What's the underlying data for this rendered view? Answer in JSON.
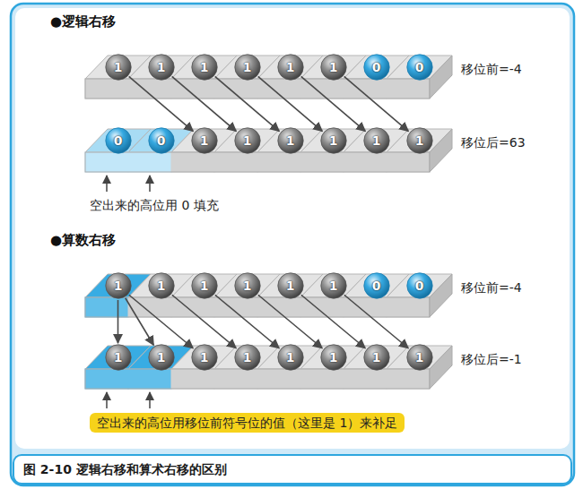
{
  "diagram": {
    "caption": "图 2-10 逻辑右移和算术右移的区别",
    "nodes": [
      {
        "text": [
          "1"
        ]
      },
      {
        "text": [
          "1"
        ]
      },
      {
        "text": [
          "1"
        ]
      },
      {
        "text": [
          "1"
        ]
      },
      {
        "text": [
          "1"
        ]
      },
      {
        "text": [
          "1"
        ]
      },
      {
        "text": [
          "0"
        ]
      },
      {
        "text": [
          "0"
        ]
      },
      {
        "text": [
          "0"
        ]
      },
      {
        "text": [
          "0"
        ]
      },
      {
        "text": [
          "1"
        ]
      },
      {
        "text": [
          "1"
        ]
      },
      {
        "text": [
          "1"
        ]
      },
      {
        "text": [
          "1"
        ]
      },
      {
        "text": [
          "1"
        ]
      },
      {
        "text": [
          "1"
        ]
      },
      {
        "text": [
          "1"
        ]
      },
      {
        "text": [
          "1"
        ]
      },
      {
        "text": [
          "1"
        ]
      },
      {
        "text": [
          "1"
        ]
      },
      {
        "text": [
          "1"
        ]
      },
      {
        "text": [
          "1"
        ]
      },
      {
        "text": [
          "0"
        ]
      },
      {
        "text": [
          "0"
        ]
      },
      {
        "text": [
          "1"
        ]
      },
      {
        "text": [
          "1"
        ]
      },
      {
        "text": [
          "1"
        ]
      },
      {
        "text": [
          "1"
        ]
      },
      {
        "text": [
          "1"
        ]
      },
      {
        "text": [
          "1"
        ]
      },
      {
        "text": [
          "1"
        ]
      },
      {
        "text": [
          "1"
        ]
      }
    ],
    "edges": [
      {
        "from": 0,
        "to": 10,
        "arrow": "to"
      },
      {
        "from": 1,
        "to": 11,
        "arrow": "to"
      },
      {
        "from": 2,
        "to": 12,
        "arrow": "to"
      },
      {
        "from": 3,
        "to": 13,
        "arrow": "to"
      },
      {
        "from": 4,
        "to": 14,
        "arrow": "to"
      },
      {
        "from": 5,
        "to": 15,
        "arrow": "to"
      },
      {
        "from": 16,
        "to": 24,
        "arrow": "to"
      },
      {
        "from": 16,
        "to": 25,
        "arrow": "to"
      },
      {
        "from": 16,
        "to": 26,
        "arrow": "to"
      },
      {
        "from": 17,
        "to": 27,
        "arrow": "to"
      },
      {
        "from": 18,
        "to": 28,
        "arrow": "to"
      },
      {
        "from": 19,
        "to": 29,
        "arrow": "to"
      },
      {
        "from": 20,
        "to": 30,
        "arrow": "to"
      },
      {
        "from": 21,
        "to": 31,
        "arrow": "to"
      }
    ],
    "labels": [
      "●逻辑右移",
      "移位前=-4",
      "移位后=63",
      "空出来的高位用 0 填充",
      "●算数右移",
      "移位前=-4",
      "移位后=-1",
      "空出来的高位用移位前符号位的值（这里是 1）来补足"
    ]
  }
}
